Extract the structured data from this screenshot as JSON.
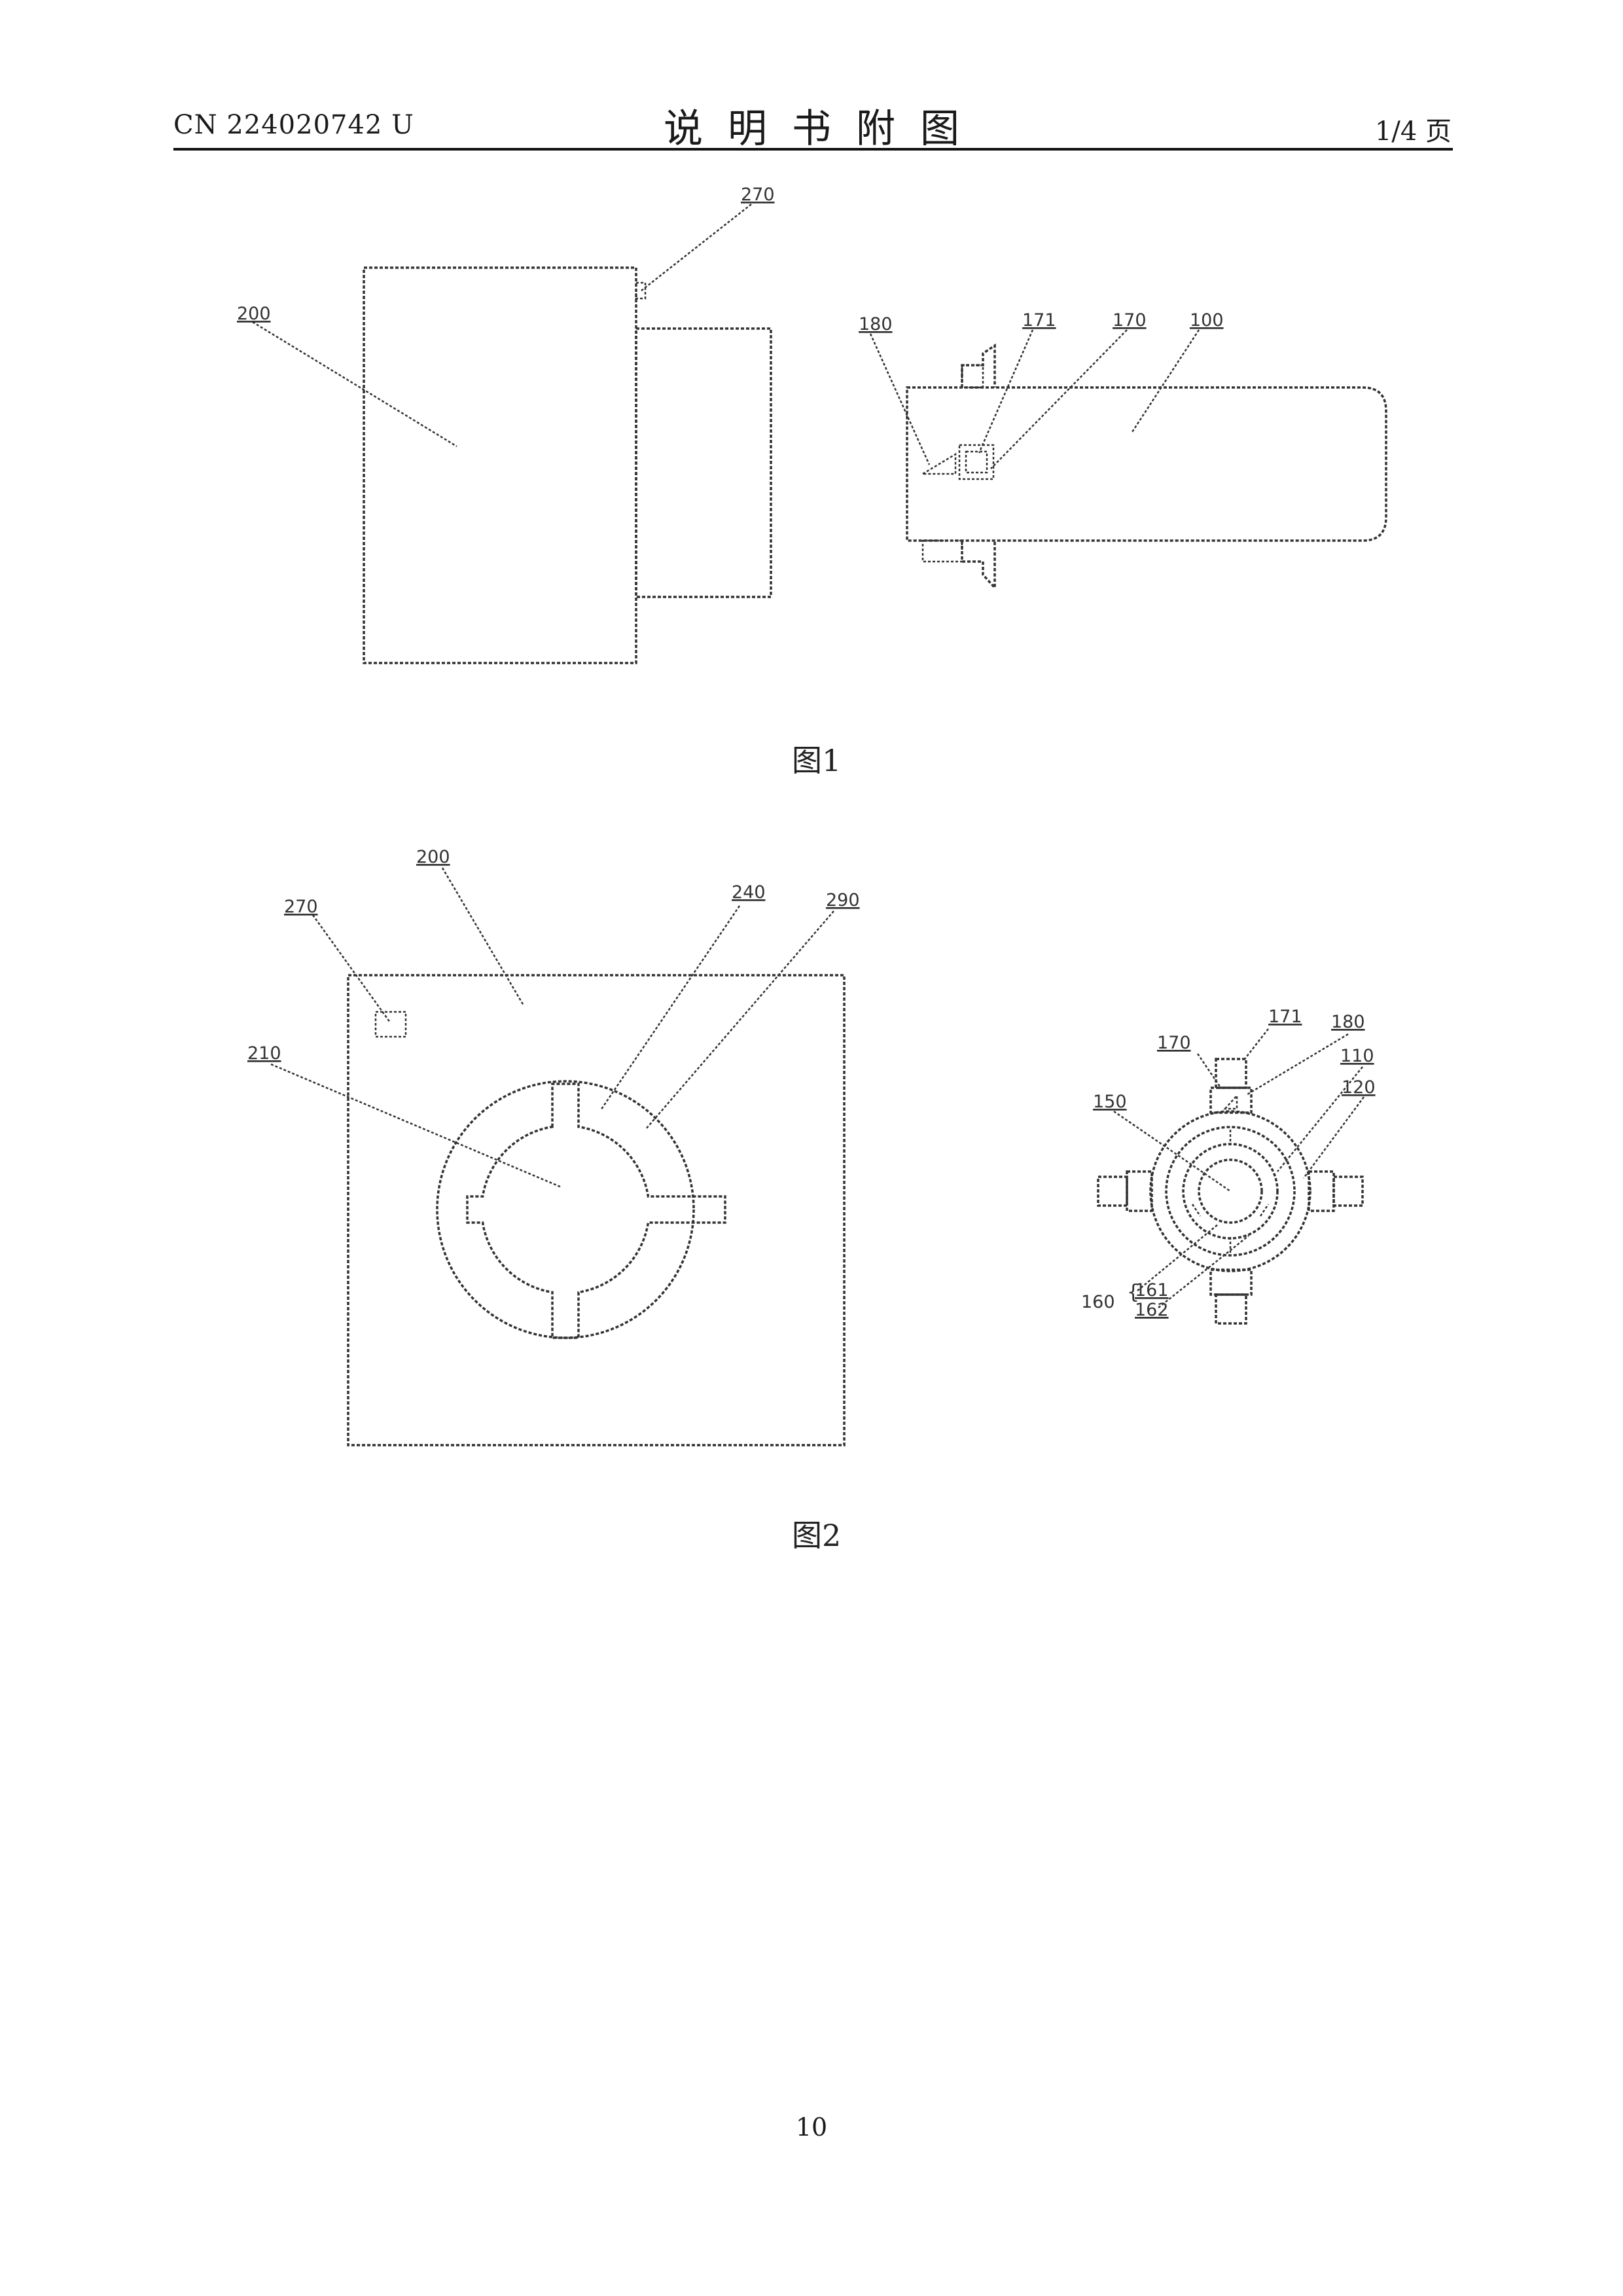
{
  "header": {
    "publication_number": "CN 224020742 U",
    "title": "说明书附图",
    "page_indicator": "1/4 页"
  },
  "figure1": {
    "caption": "图1",
    "labels": {
      "l270": "270",
      "l200": "200",
      "l180": "180",
      "l171": "171",
      "l170": "170",
      "l100": "100"
    }
  },
  "figure2": {
    "caption": "图2",
    "labels": {
      "l200": "200",
      "l270": "270",
      "l240": "240",
      "l290": "290",
      "l210": "210",
      "l171": "171",
      "l180": "180",
      "l170": "170",
      "l110": "110",
      "l120": "120",
      "l150": "150",
      "l160": "160",
      "l161": "161",
      "l162": "162"
    }
  },
  "footer": {
    "page_number": "10"
  }
}
